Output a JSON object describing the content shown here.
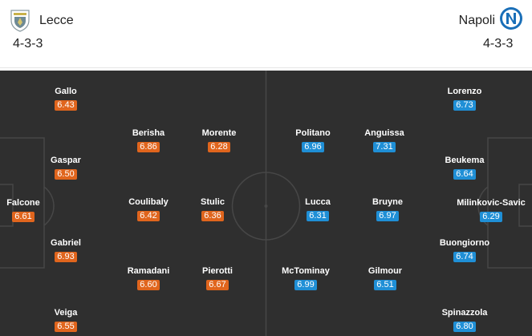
{
  "home": {
    "name": "Lecce",
    "formation": "4-3-3",
    "badge_icon": "lecce-crest-icon",
    "rating_color": "#e0651d",
    "players": [
      {
        "name": "Falcone",
        "rating": "6.61"
      },
      {
        "name": "Gallo",
        "rating": "6.43"
      },
      {
        "name": "Gaspar",
        "rating": "6.50"
      },
      {
        "name": "Gabriel",
        "rating": "6.93"
      },
      {
        "name": "Veiga",
        "rating": "6.55"
      },
      {
        "name": "Berisha",
        "rating": "6.86"
      },
      {
        "name": "Coulibaly",
        "rating": "6.42"
      },
      {
        "name": "Ramadani",
        "rating": "6.60"
      },
      {
        "name": "Morente",
        "rating": "6.28"
      },
      {
        "name": "Stulic",
        "rating": "6.36"
      },
      {
        "name": "Pierotti",
        "rating": "6.67"
      }
    ]
  },
  "away": {
    "name": "Napoli",
    "formation": "4-3-3",
    "badge_icon": "napoli-crest-icon",
    "rating_color": "#1f8fd6",
    "players": [
      {
        "name": "Milinkovic-Savic",
        "rating": "6.29"
      },
      {
        "name": "Lorenzo",
        "rating": "6.73"
      },
      {
        "name": "Beukema",
        "rating": "6.64"
      },
      {
        "name": "Buongiorno",
        "rating": "6.74"
      },
      {
        "name": "Spinazzola",
        "rating": "6.80"
      },
      {
        "name": "Anguissa",
        "rating": "7.31"
      },
      {
        "name": "Bruyne",
        "rating": "6.97"
      },
      {
        "name": "Gilmour",
        "rating": "6.51"
      },
      {
        "name": "Politano",
        "rating": "6.96"
      },
      {
        "name": "Lucca",
        "rating": "6.31"
      },
      {
        "name": "McTominay",
        "rating": "6.99"
      }
    ]
  },
  "pitch_color": "#2f2f2f"
}
